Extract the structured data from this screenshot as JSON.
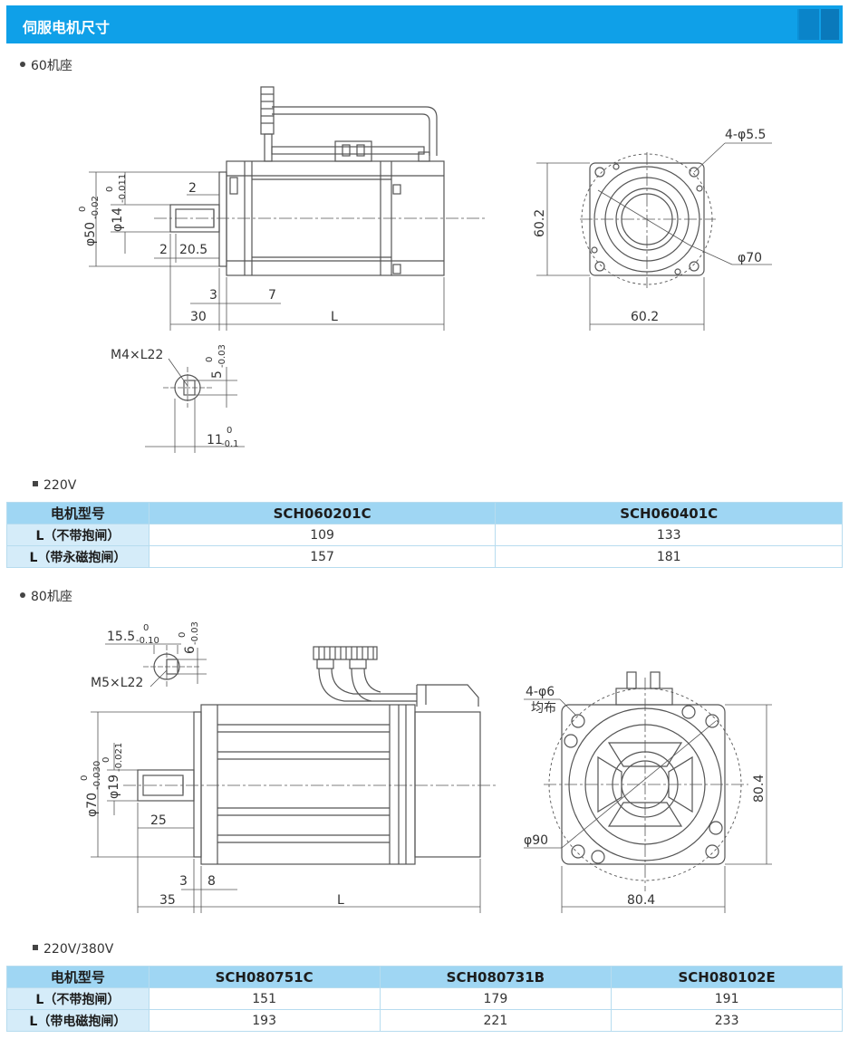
{
  "header": {
    "title": "伺服电机尺寸"
  },
  "section60": {
    "label": "60机座",
    "drawing": {
      "flange_holes": "4-φ5.5",
      "height": "60.2",
      "width": "60.2",
      "pcd": "φ70",
      "shaft_dia": "φ50",
      "shaft_dia_tol": "-0.02",
      "shaft_dia_tol0": "0",
      "shaft14": "φ14",
      "shaft14_tol": "-0.011",
      "shaft14_tol0": "0",
      "d_2a": "2",
      "d_2b": "2",
      "d_205": "20.5",
      "d_3": "3",
      "d_7": "7",
      "d_30": "30",
      "d_L": "L",
      "thread": "M4×L22",
      "key_5": "5",
      "key_5_tol": "-0.03",
      "key_5_tol0": "0",
      "key_11": "11",
      "key_11_tol": "-0.1",
      "key_11_tol0": "0"
    },
    "voltage": "220V",
    "table": {
      "header": [
        "电机型号",
        "SCH060201C",
        "SCH060401C"
      ],
      "rows": [
        [
          "L（不带抱闸）",
          "109",
          "133"
        ],
        [
          "L（带永磁抱闸）",
          "157",
          "181"
        ]
      ]
    }
  },
  "section80": {
    "label": "80机座",
    "drawing": {
      "key_155": "15.5",
      "key_155_tol": "-0.10",
      "key_155_tol0": "0",
      "key_6": "6",
      "key_6_tol": "-0.03",
      "key_6_tol0": "0",
      "thread": "M5×L22",
      "flange_holes": "4-φ6",
      "flange_holes2": "均布",
      "pcd": "φ90",
      "height": "80.4",
      "width": "80.4",
      "shaft70": "φ70",
      "shaft70_tol": "-0.030",
      "shaft70_tol0": "0",
      "shaft19": "φ19",
      "shaft19_tol": "-0.021",
      "shaft19_tol0": "0",
      "d_25": "25",
      "d_3": "3",
      "d_8": "8",
      "d_35": "35",
      "d_L": "L"
    },
    "voltage": "220V/380V",
    "table": {
      "header": [
        "电机型号",
        "SCH080751C",
        "SCH080731B",
        "SCH080102E"
      ],
      "rows": [
        [
          "L（不带抱闸）",
          "151",
          "179",
          "191"
        ],
        [
          "L（带电磁抱闸）",
          "193",
          "221",
          "233"
        ]
      ]
    }
  }
}
